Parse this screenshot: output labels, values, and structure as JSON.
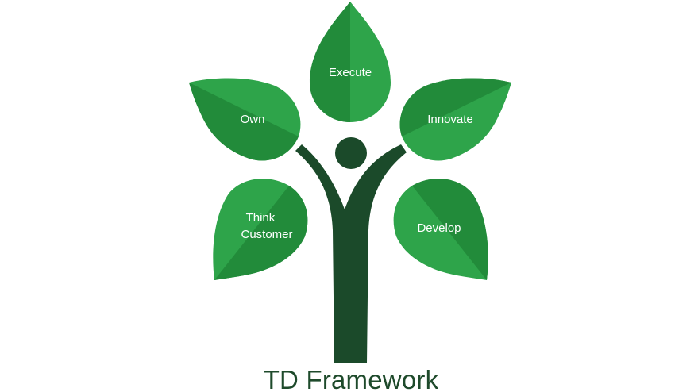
{
  "colors": {
    "leaf_dark": "#228b3a",
    "leaf_light": "#2ea44a",
    "trunk": "#1b4a2a",
    "title": "#1e4a2b",
    "label": "#ffffff",
    "background": "#ffffff"
  },
  "title": "TD Framework",
  "leaves": [
    {
      "id": "execute",
      "lines": [
        "Execute"
      ]
    },
    {
      "id": "own",
      "lines": [
        "Own"
      ]
    },
    {
      "id": "innovate",
      "lines": [
        "Innovate"
      ]
    },
    {
      "id": "think-customer",
      "lines": [
        "Think",
        "Customer"
      ]
    },
    {
      "id": "develop",
      "lines": [
        "Develop"
      ]
    }
  ]
}
